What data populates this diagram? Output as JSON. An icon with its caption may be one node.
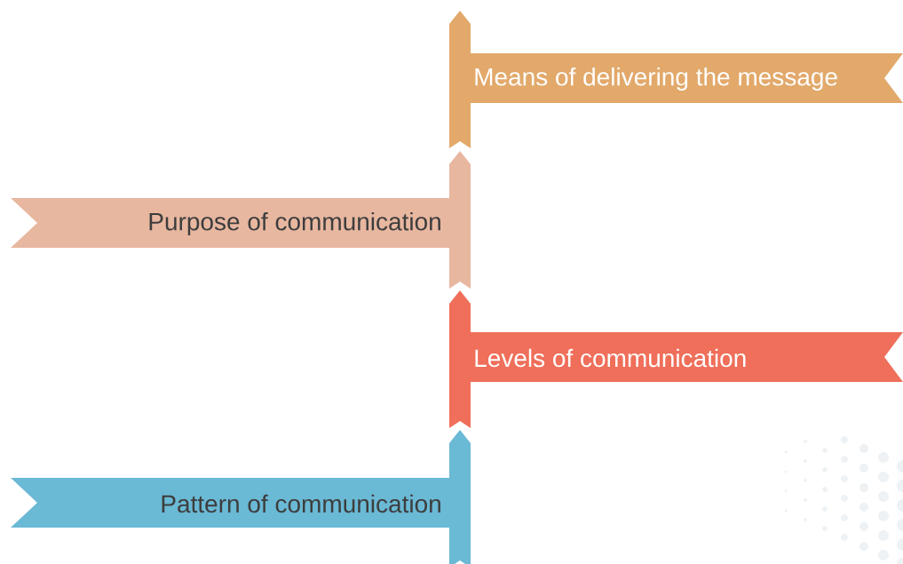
{
  "diagram": {
    "nodes": [
      {
        "text": [
          "Means of delivering the message"
        ]
      },
      {
        "text": [
          "Purpose of communication"
        ]
      },
      {
        "text": [
          "Levels of communication"
        ]
      },
      {
        "text": [
          "Pattern of communication"
        ]
      }
    ]
  }
}
